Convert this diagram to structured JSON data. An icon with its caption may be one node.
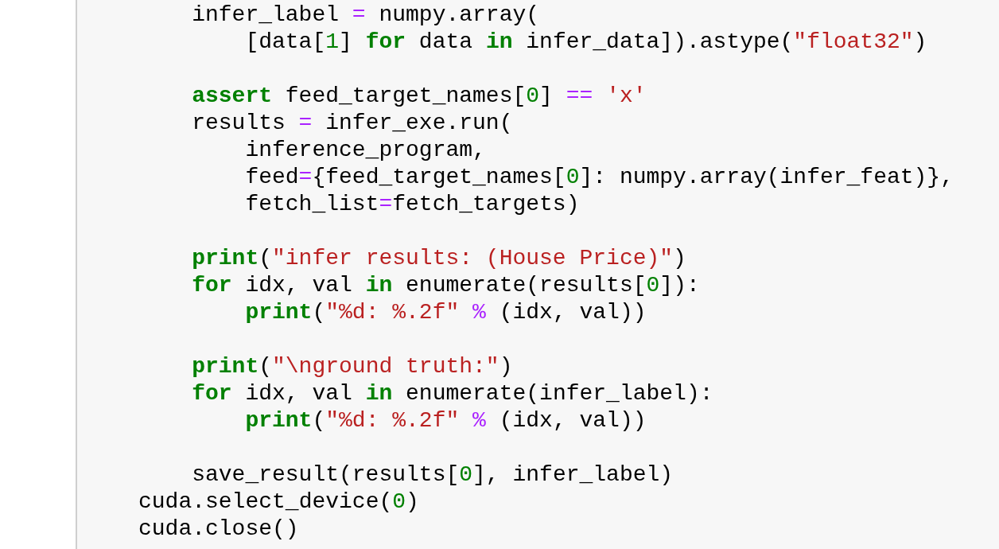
{
  "diagram": {
    "labels": [
      "infer_label = numpy.array(",
      "[data[1] **for** data **in** infer_data]).astype(\"float32\")",
      "**assert** feed_target_names[0] == 'x'",
      "results = infer_exe.run(",
      "inference_program,",
      "feed={feed_target_names[0]: numpy.array(infer_feat)},",
      "fetch_list=fetch_targets)",
      "**print**(\"infer results: (House Price)\")",
      "**for** idx, val **in** enumerate(results[0]):",
      "**print**(\"%d: %.2f\" % (idx, val))",
      "**print**(\"\\nground truth:\")",
      "**for** idx, val **in** enumerate(infer_label):",
      "**print**(\"%d: %.2f\" % (idx, val))",
      "save_result(results[0], infer_label)",
      "cuda.select_device(0)",
      "cuda.close()"
    ]
  }
}
